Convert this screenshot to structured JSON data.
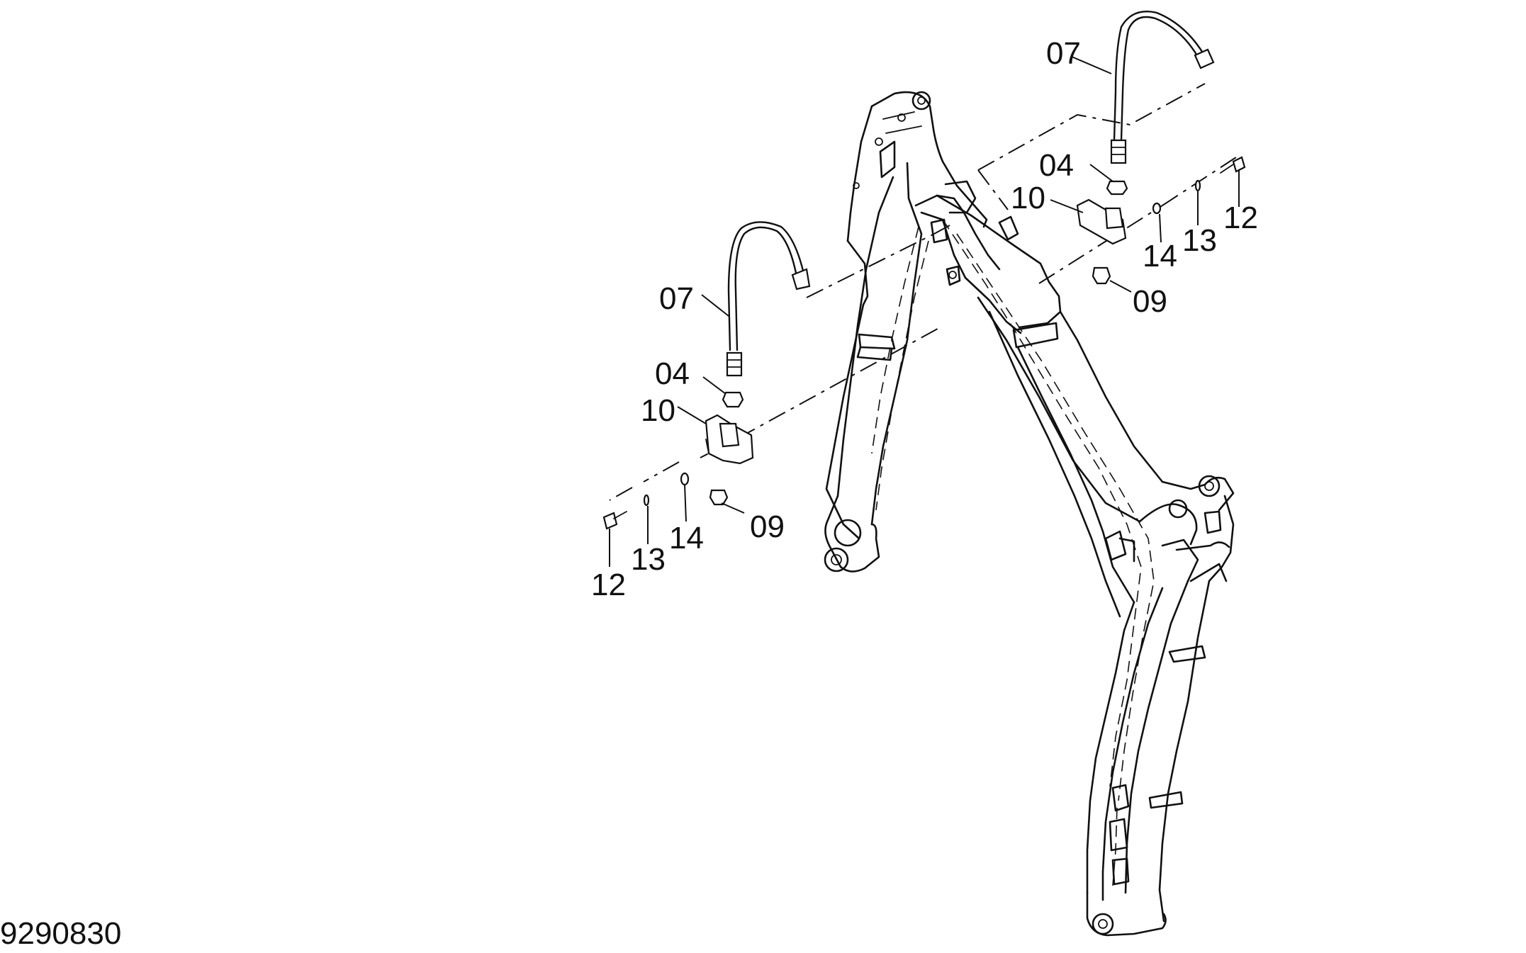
{
  "drawing_number": "9290830",
  "callouts": {
    "upper": {
      "hose": "07",
      "fitting": "04",
      "clamp": "10",
      "plug": "09",
      "bolt": "12",
      "washer": "13",
      "spacer": "14"
    },
    "lower": {
      "hose": "07",
      "fitting": "04",
      "clamp": "10",
      "plug": "09",
      "bolt": "12",
      "washer": "13",
      "spacer": "14"
    }
  }
}
